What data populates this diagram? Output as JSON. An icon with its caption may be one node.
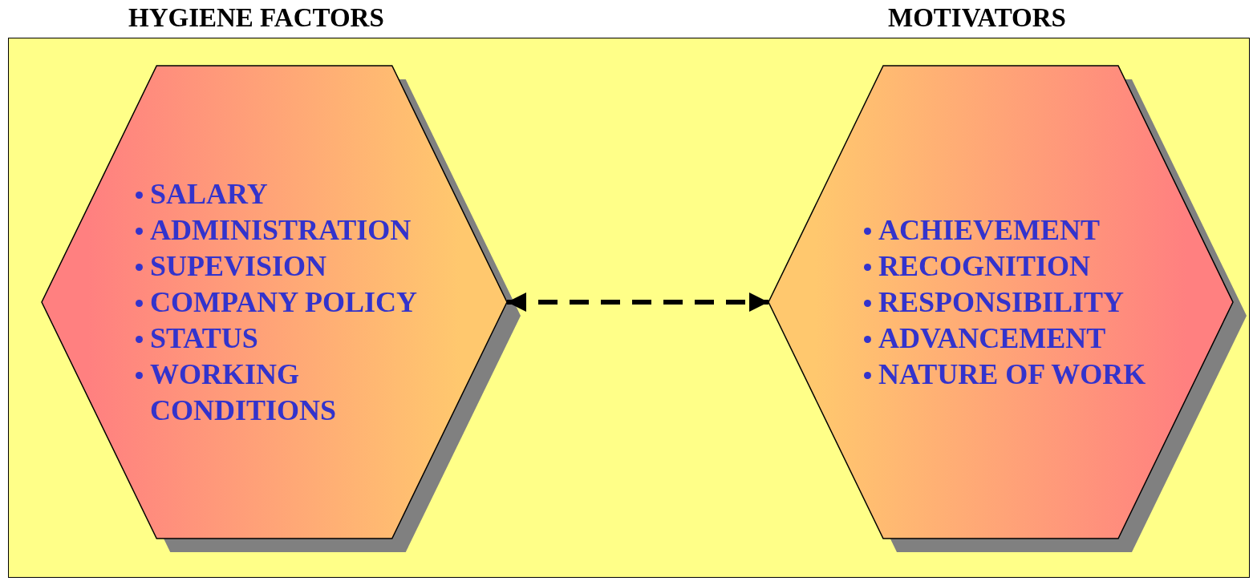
{
  "diagram": {
    "nodes": [
      {
        "text": [
          "SALARY",
          "ADMINISTRATION",
          "SUPEVISION",
          "COMPANY POLICY",
          "STATUS",
          "WORKING CONDITIONS"
        ]
      },
      {
        "text": [
          "ACHIEVEMENT",
          "RECOGNITION",
          "RESPONSIBILITY",
          "ADVANCEMENT",
          "NATURE OF WORK"
        ]
      }
    ],
    "edges": [
      {
        "from": 0,
        "to": 1,
        "arrow": "both",
        "style": "dashed"
      }
    ],
    "labels": [
      "HYGIENE FACTORS",
      "MOTIVATORS"
    ]
  }
}
